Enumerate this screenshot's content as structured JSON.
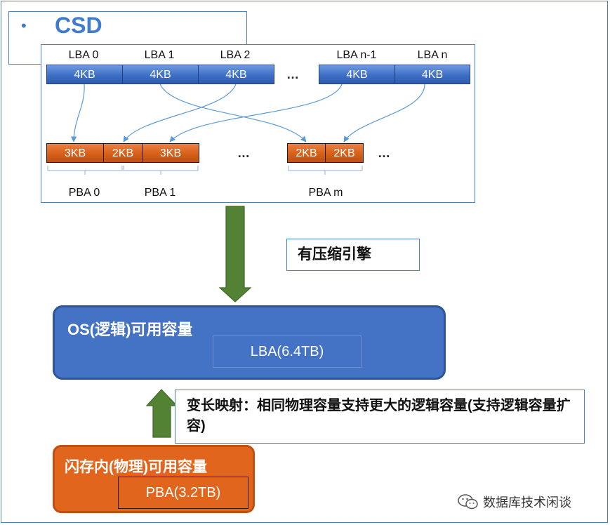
{
  "csd": {
    "bullet": "•",
    "title": "CSD"
  },
  "lba_labels": [
    "LBA 0",
    "LBA 1",
    "LBA 2",
    "LBA n-1",
    "LBA n"
  ],
  "lba_blocks": [
    "4KB",
    "4KB",
    "4KB",
    "4KB",
    "4KB"
  ],
  "ellipsis": "…",
  "pba_blocks": [
    "3KB",
    "2KB",
    "3KB",
    "2KB",
    "2KB"
  ],
  "pba_labels": [
    "PBA 0",
    "PBA 1",
    "PBA m"
  ],
  "engine_label": "有压缩引擎",
  "os": {
    "title": "OS(逻辑)可用容量",
    "capacity": "LBA(6.4TB)",
    "color": "#4472c4"
  },
  "note": "变长映射：相同物理容量支持更大的逻辑容量(支持逻辑容量扩容)",
  "flash": {
    "title": "闪存内(物理)可用容量",
    "capacity": "PBA(3.2TB)",
    "color": "#e2651d"
  },
  "arrow_color": "#548235",
  "watermark": {
    "icon": "wechat-icon",
    "text": "数据库技术闲谈"
  }
}
